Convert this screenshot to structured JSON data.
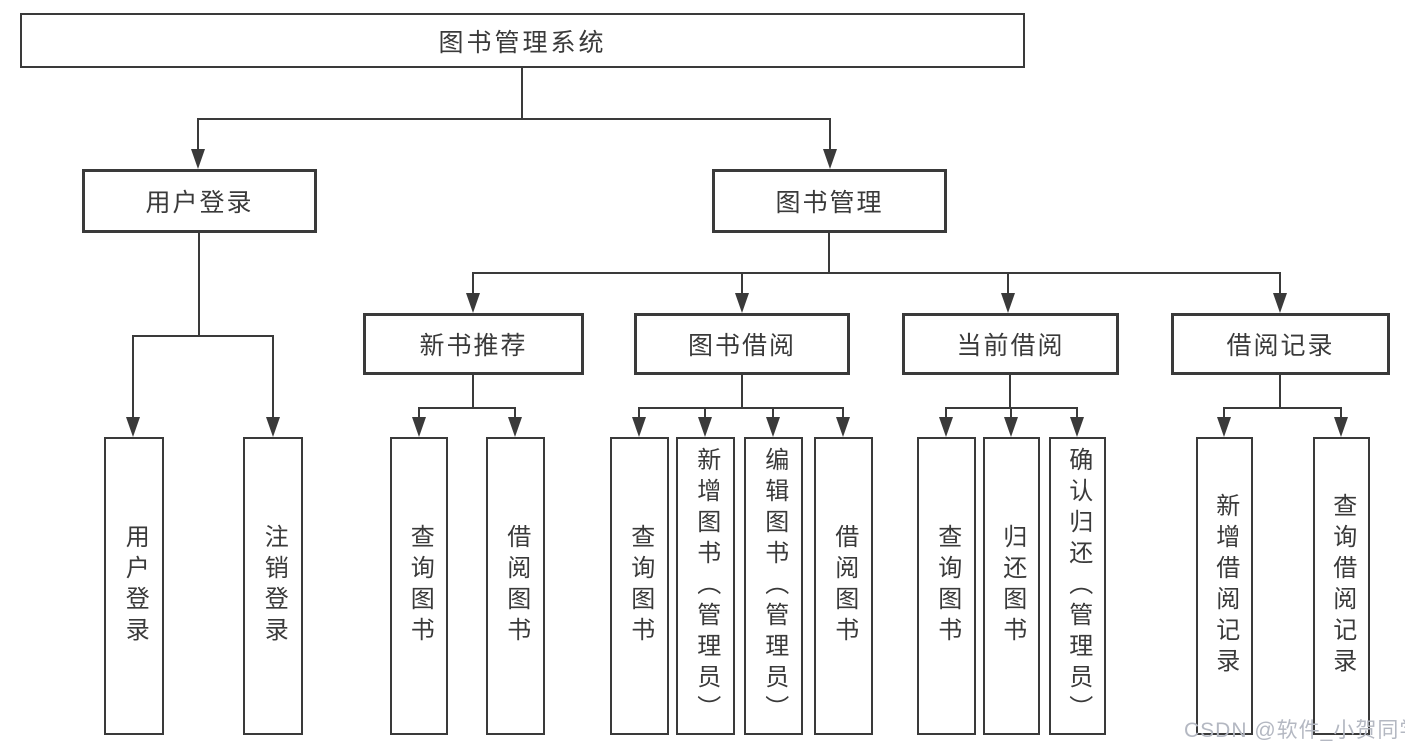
{
  "title": "图书管理系统",
  "level2": {
    "user_login": "用户登录",
    "book_mgmt": "图书管理"
  },
  "level3": {
    "new_book": "新书推荐",
    "book_borrow": "图书借阅",
    "current_borrow": "当前借阅",
    "borrow_records": "借阅记录"
  },
  "leaves": {
    "user_login": [
      "用户登录",
      "注销登录"
    ],
    "new_book": [
      "查询图书",
      "借阅图书"
    ],
    "book_borrow": [
      "查询图书",
      "新增图书（管理员）",
      "编辑图书（管理员）",
      "借阅图书"
    ],
    "current_borrow": [
      "查询图书",
      "归还图书",
      "确认归还（管理员）"
    ],
    "borrow_records": [
      "新增借阅记录",
      "查询借阅记录"
    ]
  },
  "watermark": "CSDN @软件_小贺同学",
  "colors": {
    "line": "#3a3a3a",
    "text": "#3a3a3a",
    "watermark": "#b4b8c2",
    "background": "#ffffff"
  }
}
